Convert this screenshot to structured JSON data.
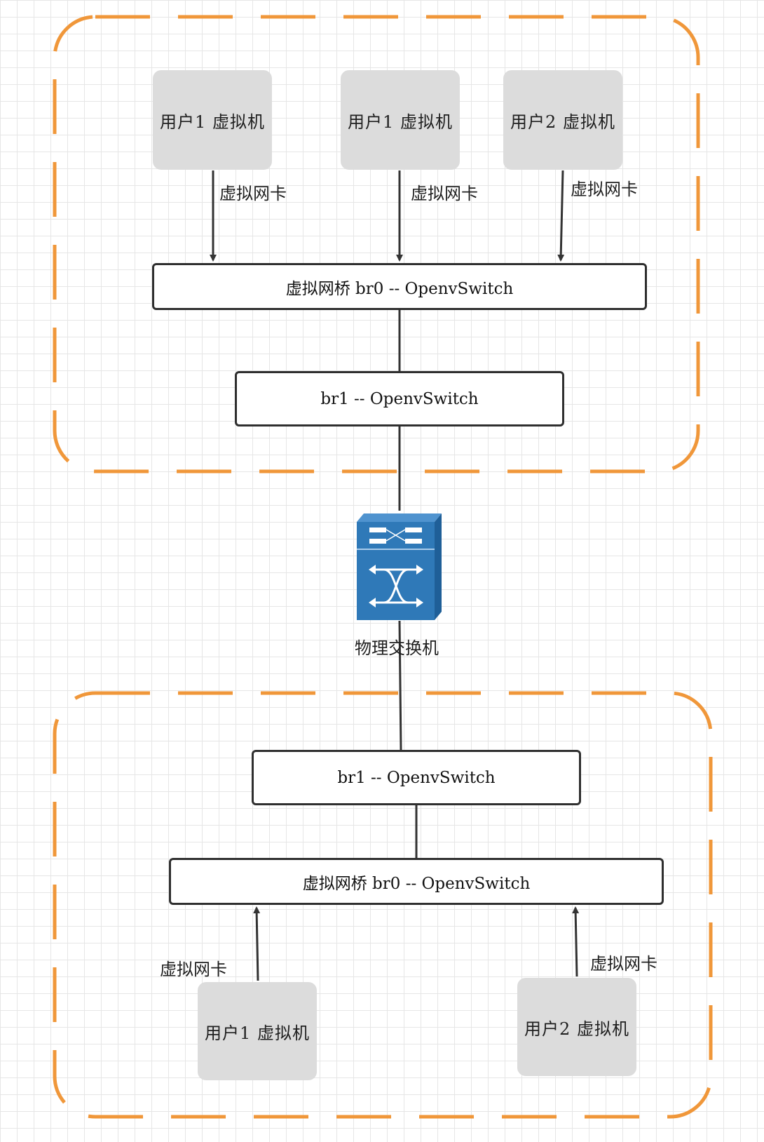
{
  "top": {
    "vms": [
      {
        "label": "用户1  虚拟机"
      },
      {
        "label": "用户1  虚拟机"
      },
      {
        "label": "用户2 虚拟机"
      }
    ],
    "nic_labels": [
      "虚拟网卡",
      "虚拟网卡",
      "虚拟网卡"
    ],
    "bridge_br0": "虚拟网桥 br0  --  OpenvSwitch",
    "bridge_br1": "br1   --   OpenvSwitch"
  },
  "switch": {
    "label": "物理交换机",
    "icon": "network-switch-icon",
    "color": "#2f79b8"
  },
  "bottom": {
    "bridge_br1": "br1  --  OpenvSwitch",
    "bridge_br0": "虚拟网桥 br0 -- OpenvSwitch",
    "vms": [
      {
        "label": "用户1  虚拟机"
      },
      {
        "label": "用户2 虚拟机"
      }
    ],
    "nic_labels": [
      "虚拟网卡",
      "虚拟网卡"
    ]
  },
  "colors": {
    "cluster_border": "#f0973a",
    "vm_fill": "#dcdcdc",
    "line": "#333333"
  }
}
